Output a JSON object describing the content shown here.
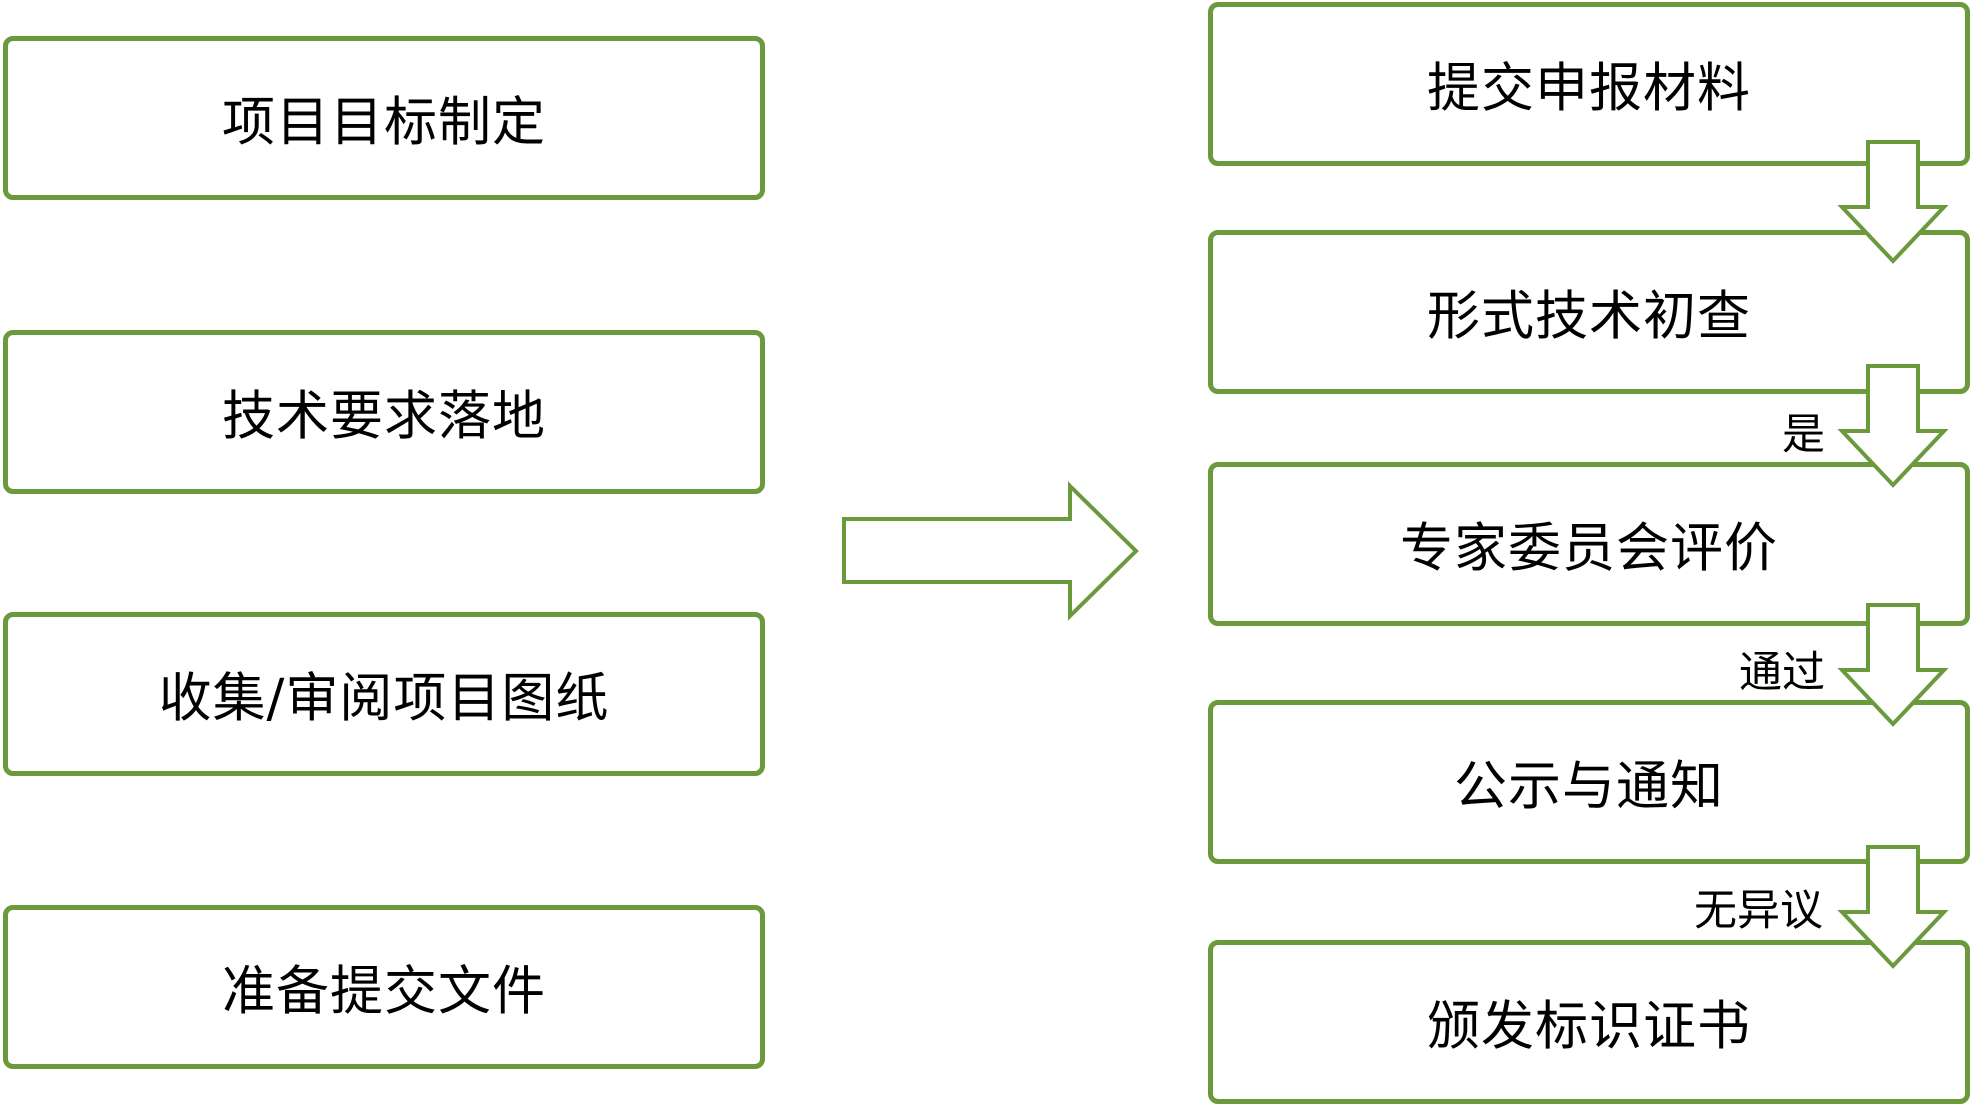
{
  "left_steps": [
    {
      "label": "项目目标制定"
    },
    {
      "label": "技术要求落地"
    },
    {
      "label": "收集/审阅项目图纸"
    },
    {
      "label": "准备提交文件"
    }
  ],
  "process_steps": [
    {
      "label": "提交申报材料"
    },
    {
      "label": "形式技术初查"
    },
    {
      "label": "专家委员会评价"
    },
    {
      "label": "公示与通知"
    },
    {
      "label": "颁发标识证书"
    }
  ],
  "conditions": [
    {
      "label": "是"
    },
    {
      "label": "通过"
    },
    {
      "label": "无异议"
    }
  ],
  "colors": {
    "border": "#6a9a3c",
    "arrow_stroke": "#6a9a3c",
    "arrow_fill": "#ffffff",
    "text": "#000000"
  }
}
